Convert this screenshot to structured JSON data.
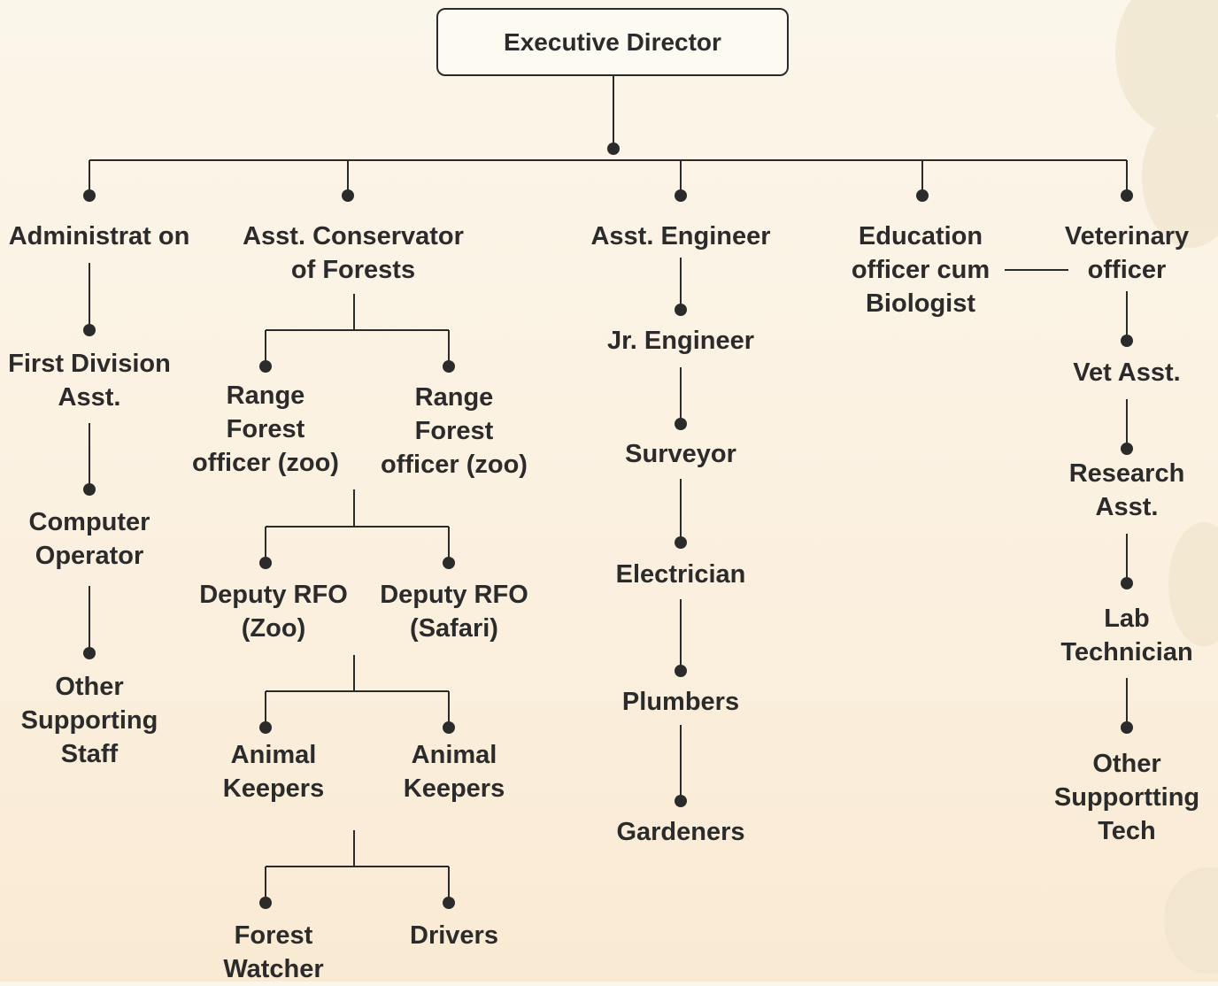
{
  "title": "Executive Director",
  "branches": {
    "administration": [
      "Administrat on",
      "First Division\nAsst.",
      "Computer\nOperator",
      "Other\nSupporting\nStaff"
    ],
    "conservator": {
      "head": "Asst. Conservator\nof Forests",
      "range_forest_officers": [
        "Range\nForest\nofficer (zoo)",
        "Range\nForest\nofficer (zoo)"
      ],
      "deputy_rfos": [
        "Deputy RFO\n(Zoo)",
        "Deputy RFO\n(Safari)"
      ],
      "animal_keepers": [
        "Animal\nKeepers",
        "Animal\nKeepers"
      ],
      "field_staff": [
        "Forest\nWatcher",
        "Drivers"
      ]
    },
    "engineering": [
      "Asst. Engineer",
      "Jr. Engineer",
      "Surveyor",
      "Electrician",
      "Plumbers",
      "Gardeners"
    ],
    "education": "Education\nofficer cum\nBiologist",
    "veterinary": [
      "Veterinary\nofficer",
      "Vet Asst.",
      "Research\nAsst.",
      "Lab\nTechnician",
      "Other\nSupportting\nTech"
    ]
  },
  "colors": {
    "line": "#2b2b2b",
    "text": "#2b2b2b",
    "background": "#fbf3e3"
  }
}
